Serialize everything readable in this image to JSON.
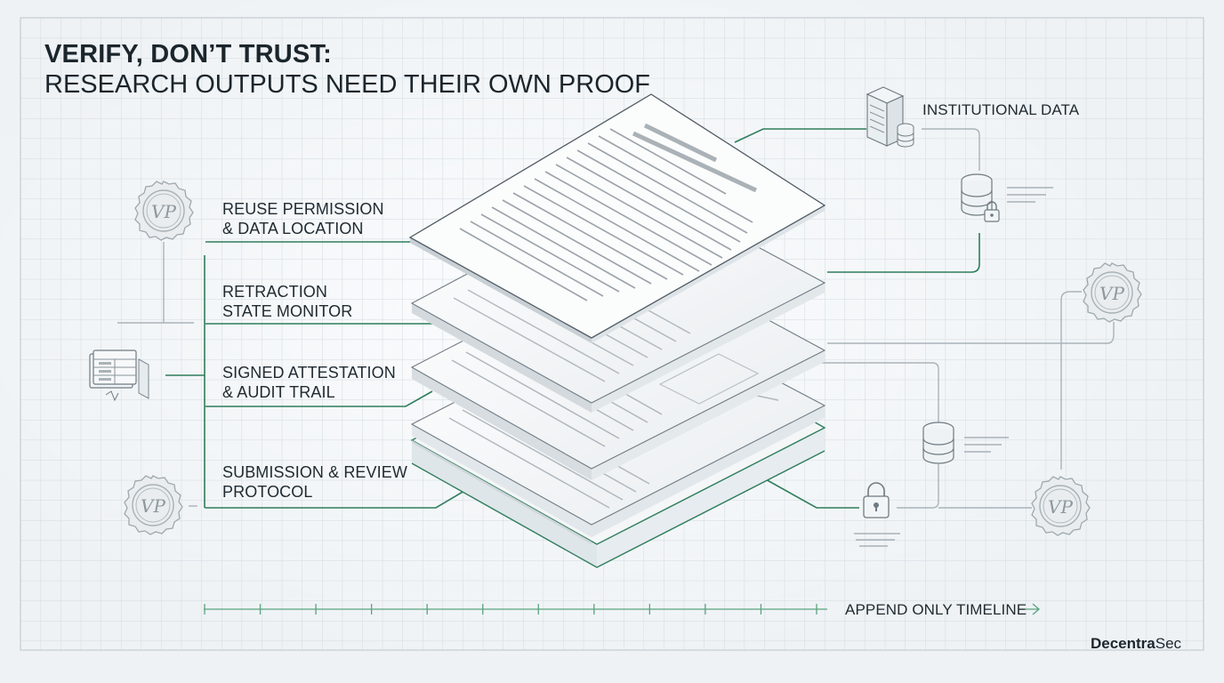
{
  "title": {
    "line1": "VERIFY, DON’T TRUST:",
    "line2": "RESEARCH OUTPUTS NEED THEIR OWN PROOF"
  },
  "layers": [
    {
      "line1": "REUSE PERMISSION",
      "line2": "& DATA LOCATION"
    },
    {
      "line1": "RETRACTION",
      "line2": "STATE MONITOR"
    },
    {
      "line1": "SIGNED ATTESTATION",
      "line2": "& AUDIT TRAIL"
    },
    {
      "line1": "SUBMISSION & REVIEW",
      "line2": "PROTOCOL"
    }
  ],
  "right_labels": {
    "institutional_data": "INSTITUTIONAL DATA"
  },
  "seal_text": "VP",
  "timeline": {
    "label": "APPEND ONLY TIMELINE",
    "ticks": 12
  },
  "brand": {
    "bold": "Decentra",
    "regular": "Sec"
  },
  "colors": {
    "accent_green": "#2f7d5c",
    "line_gray": "#9aa6ae",
    "ink": "#1b252c",
    "grid": "#d3dbe1"
  },
  "icons": [
    "server-icon",
    "database-icon",
    "lock-icon",
    "seal-icon",
    "document-stack-icon"
  ]
}
